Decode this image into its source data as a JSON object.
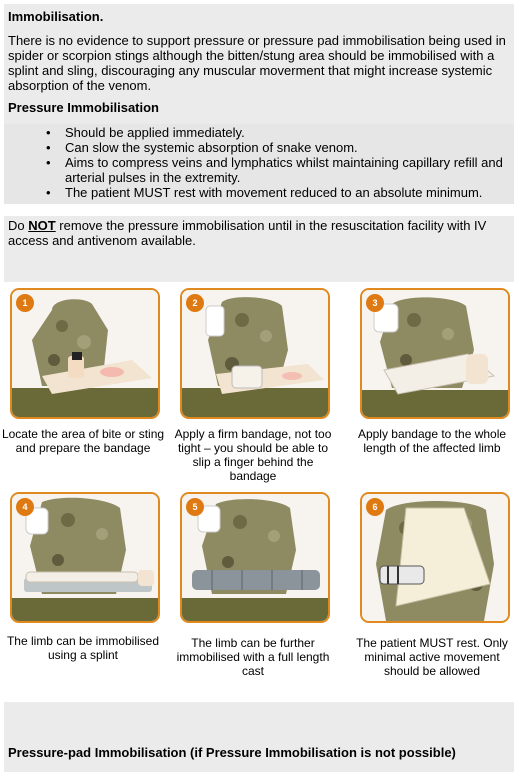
{
  "section": {
    "title": "Immobilisation.",
    "intro": "There is no evidence to support pressure or pressure pad immobilisation being used in spider or scorpion stings although the bitten/stung area should be immobilised with a splint and sling, discouraging any muscular moverment that might increase systemic absorption of the venom."
  },
  "pressure": {
    "title": "Pressure Immobilisation",
    "bullets": [
      "Should be applied immediately.",
      "Can slow the systemic absorption of snake venom.",
      "Aims to compress veins and lymphatics whilst maintaining capillary refill and arterial pulses in the extremity.",
      "The patient MUST rest with movement reduced to an absolute minimum."
    ],
    "warning_pre": "Do ",
    "warning_emph": "NOT",
    "warning_post": " remove the pressure immobilisation until in the resuscitation facility with IV access and antivenom available."
  },
  "steps": [
    {
      "num": "1",
      "caption": "Locate the area of bite or sting and prepare the bandage"
    },
    {
      "num": "2",
      "caption": "Apply a firm bandage, not too tight – you should be able to slip a finger behind the bandage"
    },
    {
      "num": "3",
      "caption": "Apply bandage to the whole length of the affected limb"
    },
    {
      "num": "4",
      "caption": "The limb can be immobilised using a splint"
    },
    {
      "num": "5",
      "caption": "The limb can be further immobilised with a full length cast"
    },
    {
      "num": "6",
      "caption": "The patient MUST rest. Only minimal active movement should be allowed"
    }
  ],
  "pressure_pad": {
    "title": "Pressure-pad Immobilisation (if Pressure Immobilisation is not possible)"
  },
  "colors": {
    "accent": "#e0891f",
    "panel": "#ebebeb"
  }
}
